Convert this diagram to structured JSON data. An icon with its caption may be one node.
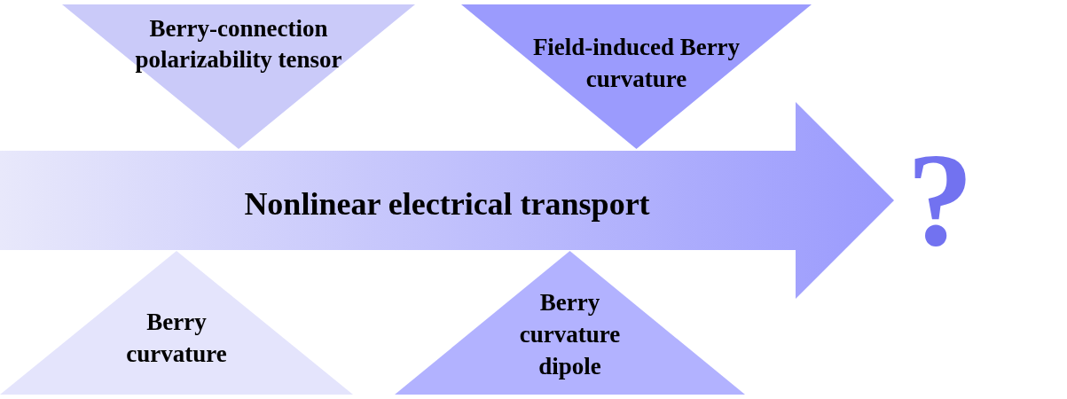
{
  "diagram": {
    "nodes": [
      {
        "text": [
          "Berry-connection polarizability tensor"
        ]
      },
      {
        "text": [
          "Field-induced Berry curvature"
        ]
      },
      {
        "text": [
          "Nonlinear electrical transport"
        ]
      },
      {
        "text": [
          "Berry curvature"
        ]
      },
      {
        "text": [
          "Berry curvature dipole"
        ]
      }
    ],
    "labels": [
      "?"
    ]
  }
}
